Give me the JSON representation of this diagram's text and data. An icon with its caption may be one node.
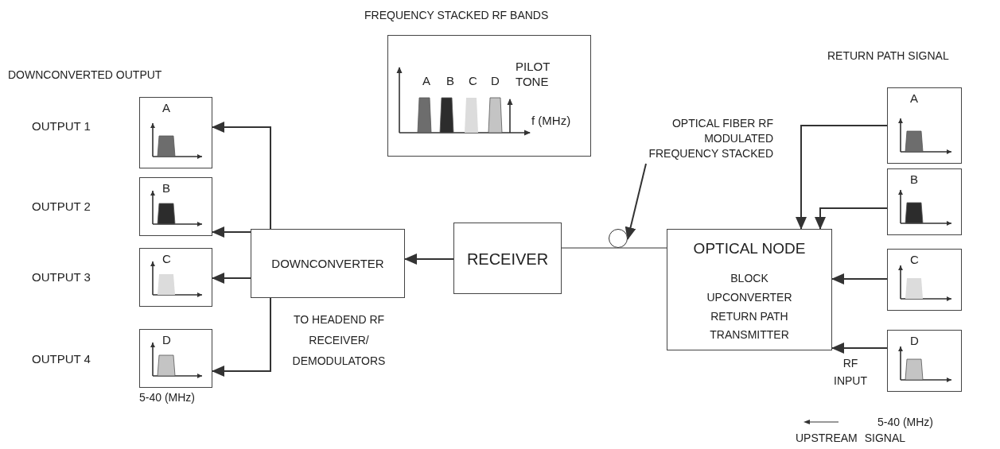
{
  "diagram": {
    "nodes": [
      {
        "text": [
          "FREQUENCY STACKED RF BANDS",
          "A",
          "B",
          "C",
          "D",
          "PILOT TONE",
          "f (MHz)"
        ]
      },
      {
        "text": [
          "A"
        ]
      },
      {
        "text": [
          "B"
        ]
      },
      {
        "text": [
          "C"
        ]
      },
      {
        "text": [
          "D"
        ]
      },
      {
        "text": [
          "DOWNCONVERTER"
        ]
      },
      {
        "text": [
          "RECEIVER"
        ]
      },
      {
        "text": [],
        "shape": "circle"
      },
      {
        "text": [
          "OPTICAL FIBER RF MODULATED FREQUENCY STACKED"
        ]
      },
      {
        "text": [
          "OPTICAL NODE",
          "BLOCK UPCONVERTER RETURN PATH TRANSMITTER"
        ]
      },
      {
        "text": [
          "A"
        ]
      },
      {
        "text": [
          "B"
        ]
      },
      {
        "text": [
          "C"
        ]
      },
      {
        "text": [
          "D"
        ]
      }
    ],
    "edges": [
      {
        "from": 10,
        "to": 9,
        "arrow": "to"
      },
      {
        "from": 11,
        "to": 9,
        "arrow": "to"
      },
      {
        "from": 12,
        "to": 9,
        "arrow": "to"
      },
      {
        "from": 13,
        "to": 9,
        "arrow": "to"
      },
      {
        "from": 9,
        "to": 7,
        "arrow": "none"
      },
      {
        "from": 7,
        "to": 6,
        "arrow": "none"
      },
      {
        "from": 8,
        "to": 7,
        "arrow": "to"
      },
      {
        "from": 6,
        "to": 5,
        "arrow": "to"
      },
      {
        "from": 5,
        "to": 1,
        "arrow": "to"
      },
      {
        "from": 5,
        "to": 2,
        "arrow": "to"
      },
      {
        "from": 5,
        "to": 3,
        "arrow": "to"
      },
      {
        "from": 5,
        "to": 4,
        "arrow": "to"
      }
    ],
    "labels": [
      "DOWNCONVERTED OUTPUT",
      "OUTPUT 1",
      "OUTPUT 2",
      "OUTPUT 3",
      "OUTPUT 4",
      "5-40 (MHz)",
      "TO HEADEND RF RECEIVER/ DEMODULATORS",
      "RETURN PATH SIGNAL",
      "RF INPUT",
      "5-40 (MHz)",
      "UPSTREAM SIGNAL"
    ]
  }
}
